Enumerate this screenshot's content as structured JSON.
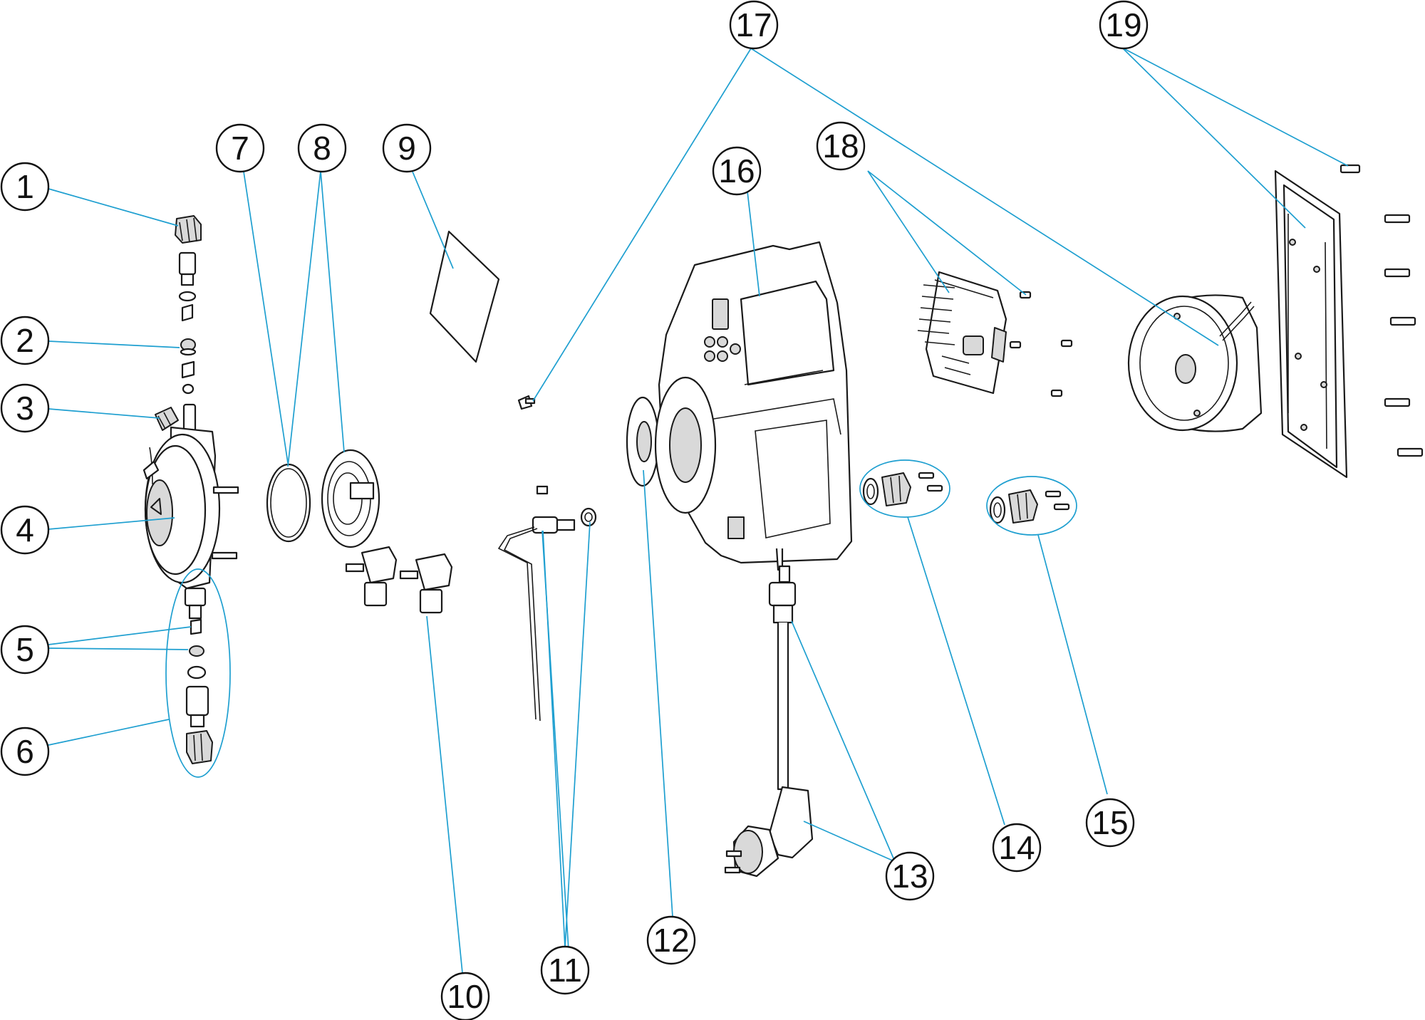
{
  "callouts": [
    {
      "id": "1",
      "label": "1"
    },
    {
      "id": "2",
      "label": "2"
    },
    {
      "id": "3",
      "label": "3"
    },
    {
      "id": "4",
      "label": "4"
    },
    {
      "id": "5",
      "label": "5"
    },
    {
      "id": "6",
      "label": "6"
    },
    {
      "id": "7",
      "label": "7"
    },
    {
      "id": "8",
      "label": "8"
    },
    {
      "id": "9",
      "label": "9"
    },
    {
      "id": "10",
      "label": "10"
    },
    {
      "id": "11",
      "label": "11"
    },
    {
      "id": "12",
      "label": "12"
    },
    {
      "id": "13",
      "label": "13"
    },
    {
      "id": "14",
      "label": "14"
    },
    {
      "id": "15",
      "label": "15"
    },
    {
      "id": "16",
      "label": "16"
    },
    {
      "id": "17",
      "label": "17"
    },
    {
      "id": "18",
      "label": "18"
    },
    {
      "id": "19",
      "label": "19"
    }
  ],
  "colors": {
    "leader": "#1e9fd0",
    "outline": "#1a1a1a",
    "bubble": "#111111"
  }
}
